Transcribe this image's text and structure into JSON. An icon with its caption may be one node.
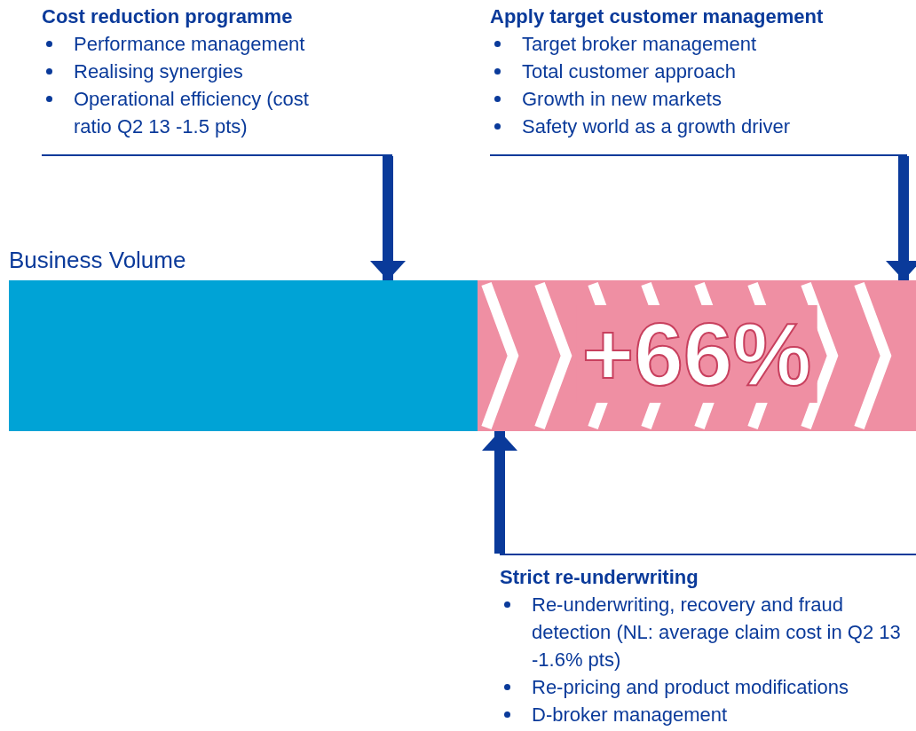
{
  "diagram": {
    "nodes": [
      {
        "text": [
          "Cost reduction programme",
          "Performance management",
          "Realising synergies",
          "Operational efficiency (cost ratio Q2 13 -1.5 pts)"
        ]
      },
      {
        "text": [
          "Apply target customer management",
          "Target broker management",
          "Total customer approach",
          "Growth in new markets",
          "Safety world as a growth driver"
        ]
      },
      {
        "text": [],
        "shape": "bar",
        "beside": [
          "Business Volume"
        ]
      },
      {
        "text": [
          "+66%"
        ]
      },
      {
        "text": [
          "Strict re-underwriting",
          "Re-underwriting, recovery and fraud detection (NL: average claim cost in Q2 13 -1.6% pts)",
          "Re-pricing and product modifications",
          "D-broker management"
        ]
      }
    ],
    "edges": [
      {
        "from": 0,
        "to": 2,
        "arrow": "to"
      },
      {
        "from": 1,
        "to": 3,
        "arrow": "to"
      },
      {
        "from": 4,
        "to": 3,
        "arrow": "to"
      }
    ]
  }
}
